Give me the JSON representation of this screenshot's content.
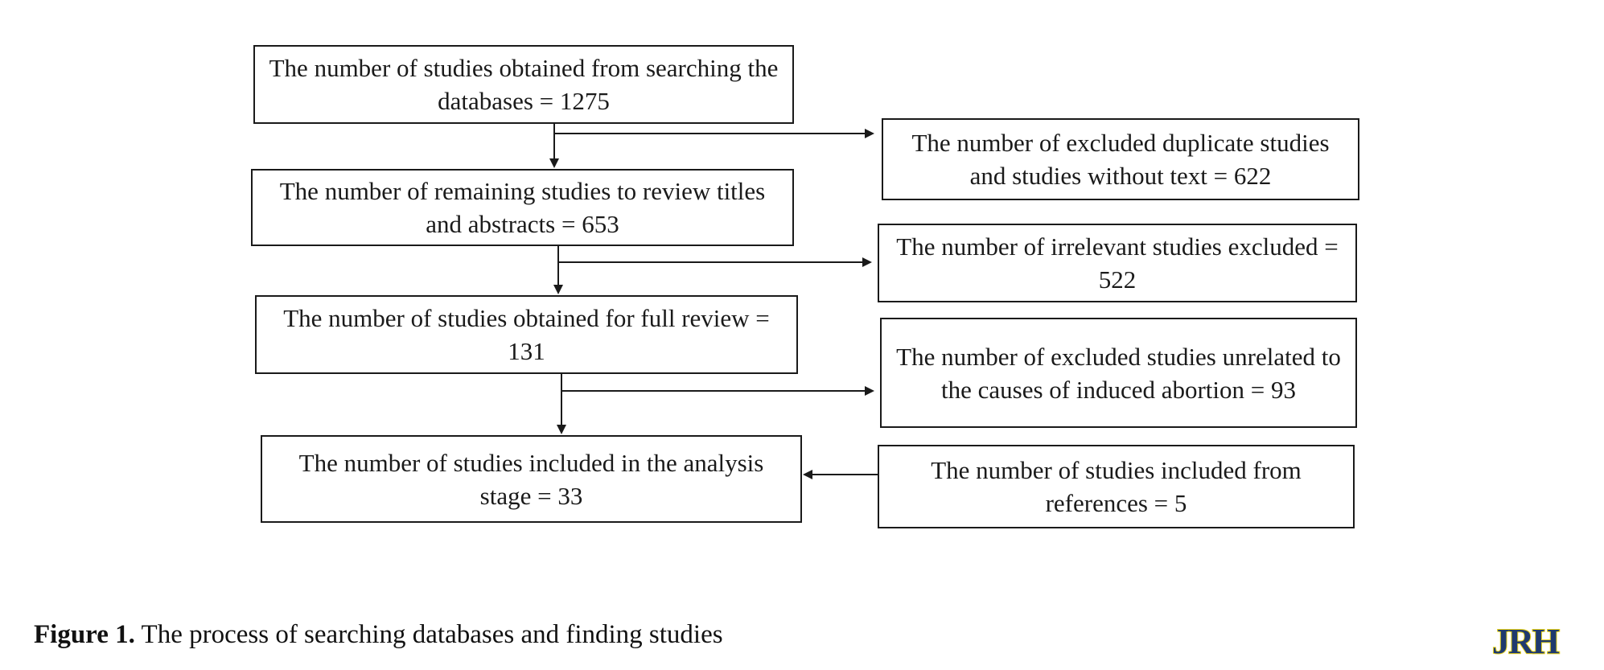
{
  "boxes": {
    "databases": "The number of studies obtained from searching the databases = 1275",
    "duplicates_excluded": "The number of excluded duplicate studies and studies without text = 622",
    "title_abstract_review": "The number of remaining studies to review titles and abstracts = 653",
    "irrelevant_excluded": "The number of irrelevant studies excluded = 522",
    "full_review": "The number of studies obtained for full review = 131",
    "unrelated_excluded": "The number of excluded studies unrelated to the causes of induced abortion = 93",
    "included_analysis": "The number of studies included in the analysis stage = 33",
    "from_references": "The number of studies included from references = 5"
  },
  "caption": {
    "label": "Figure 1.",
    "text": "The process of searching databases and finding studies"
  },
  "logo": {
    "text": "JRH",
    "colors": {
      "fill": "#1f3a6e",
      "accent": "#e8d21a"
    }
  },
  "colors": {
    "line": "#1a1a1a",
    "background": "#ffffff"
  }
}
